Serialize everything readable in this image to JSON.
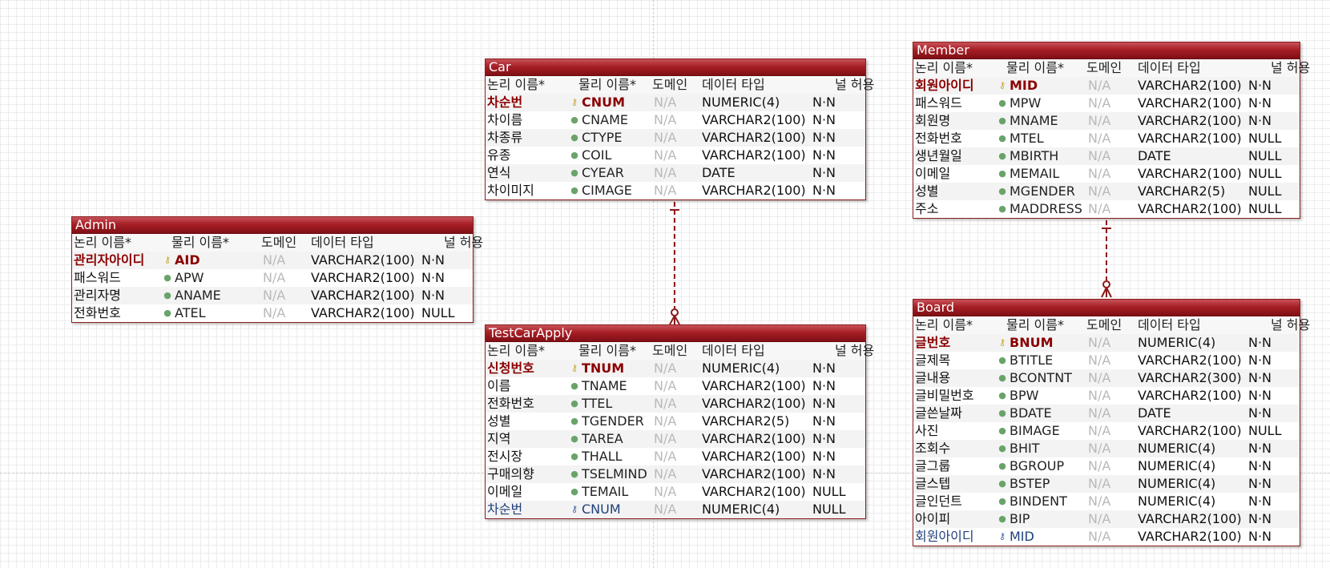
{
  "headers": {
    "logical": "논리 이름*",
    "physical": "물리 이름*",
    "domain": "도메인",
    "dtype": "데이터 타입",
    "nullable": "널 허용"
  },
  "icons": {
    "pk": "key-icon",
    "attr": "attribute-dot-icon",
    "fk": "foreign-key-icon"
  },
  "colors": {
    "title_bar": "#a71f26",
    "pk_text": "#8b0000",
    "fk_text": "#1f3f7a",
    "relationship": "#8b1a1a"
  },
  "entities": {
    "car": {
      "title": "Car",
      "rows": [
        {
          "logical": "차순번",
          "physical": "CNUM",
          "domain": "N/A",
          "dtype": "NUMERIC(4)",
          "nullable": "N·N",
          "kind": "pk"
        },
        {
          "logical": "차이름",
          "physical": "CNAME",
          "domain": "N/A",
          "dtype": "VARCHAR2(100)",
          "nullable": "N·N",
          "kind": "attr"
        },
        {
          "logical": "차종류",
          "physical": "CTYPE",
          "domain": "N/A",
          "dtype": "VARCHAR2(100)",
          "nullable": "N·N",
          "kind": "attr"
        },
        {
          "logical": "유종",
          "physical": "COIL",
          "domain": "N/A",
          "dtype": "VARCHAR2(100)",
          "nullable": "N·N",
          "kind": "attr"
        },
        {
          "logical": "연식",
          "physical": "CYEAR",
          "domain": "N/A",
          "dtype": "DATE",
          "nullable": "N·N",
          "kind": "attr"
        },
        {
          "logical": "차이미지",
          "physical": "CIMAGE",
          "domain": "N/A",
          "dtype": "VARCHAR2(100)",
          "nullable": "N·N",
          "kind": "attr"
        }
      ]
    },
    "member": {
      "title": "Member",
      "rows": [
        {
          "logical": "회원아이디",
          "physical": "MID",
          "domain": "N/A",
          "dtype": "VARCHAR2(100)",
          "nullable": "N·N",
          "kind": "pk"
        },
        {
          "logical": "패스워드",
          "physical": "MPW",
          "domain": "N/A",
          "dtype": "VARCHAR2(100)",
          "nullable": "N·N",
          "kind": "attr"
        },
        {
          "logical": "회원명",
          "physical": "MNAME",
          "domain": "N/A",
          "dtype": "VARCHAR2(100)",
          "nullable": "N·N",
          "kind": "attr"
        },
        {
          "logical": "전화번호",
          "physical": "MTEL",
          "domain": "N/A",
          "dtype": "VARCHAR2(100)",
          "nullable": "NULL",
          "kind": "attr"
        },
        {
          "logical": "생년월일",
          "physical": "MBIRTH",
          "domain": "N/A",
          "dtype": "DATE",
          "nullable": "NULL",
          "kind": "attr"
        },
        {
          "logical": "이메일",
          "physical": "MEMAIL",
          "domain": "N/A",
          "dtype": "VARCHAR2(100)",
          "nullable": "NULL",
          "kind": "attr"
        },
        {
          "logical": "성별",
          "physical": "MGENDER",
          "domain": "N/A",
          "dtype": "VARCHAR2(5)",
          "nullable": "NULL",
          "kind": "attr"
        },
        {
          "logical": "주소",
          "physical": "MADDRESS",
          "domain": "N/A",
          "dtype": "VARCHAR2(100)",
          "nullable": "NULL",
          "kind": "attr"
        }
      ]
    },
    "admin": {
      "title": "Admin",
      "rows": [
        {
          "logical": "관리자아이디",
          "physical": "AID",
          "domain": "N/A",
          "dtype": "VARCHAR2(100)",
          "nullable": "N·N",
          "kind": "pk"
        },
        {
          "logical": "패스워드",
          "physical": "APW",
          "domain": "N/A",
          "dtype": "VARCHAR2(100)",
          "nullable": "N·N",
          "kind": "attr"
        },
        {
          "logical": "관리자명",
          "physical": "ANAME",
          "domain": "N/A",
          "dtype": "VARCHAR2(100)",
          "nullable": "N·N",
          "kind": "attr"
        },
        {
          "logical": "전화번호",
          "physical": "ATEL",
          "domain": "N/A",
          "dtype": "VARCHAR2(100)",
          "nullable": "NULL",
          "kind": "attr"
        }
      ]
    },
    "testcarapply": {
      "title": "TestCarApply",
      "rows": [
        {
          "logical": "신청번호",
          "physical": "TNUM",
          "domain": "N/A",
          "dtype": "NUMERIC(4)",
          "nullable": "N·N",
          "kind": "pk"
        },
        {
          "logical": "이름",
          "physical": "TNAME",
          "domain": "N/A",
          "dtype": "VARCHAR2(100)",
          "nullable": "N·N",
          "kind": "attr"
        },
        {
          "logical": "전화번호",
          "physical": "TTEL",
          "domain": "N/A",
          "dtype": "VARCHAR2(100)",
          "nullable": "N·N",
          "kind": "attr"
        },
        {
          "logical": "성별",
          "physical": "TGENDER",
          "domain": "N/A",
          "dtype": "VARCHAR2(5)",
          "nullable": "N·N",
          "kind": "attr"
        },
        {
          "logical": "지역",
          "physical": "TAREA",
          "domain": "N/A",
          "dtype": "VARCHAR2(100)",
          "nullable": "N·N",
          "kind": "attr"
        },
        {
          "logical": "전시장",
          "physical": "THALL",
          "domain": "N/A",
          "dtype": "VARCHAR2(100)",
          "nullable": "N·N",
          "kind": "attr"
        },
        {
          "logical": "구매의향",
          "physical": "TSELMIND",
          "domain": "N/A",
          "dtype": "VARCHAR2(100)",
          "nullable": "N·N",
          "kind": "attr"
        },
        {
          "logical": "이메일",
          "physical": "TEMAIL",
          "domain": "N/A",
          "dtype": "VARCHAR2(100)",
          "nullable": "NULL",
          "kind": "attr"
        },
        {
          "logical": "차순번",
          "physical": "CNUM",
          "domain": "N/A",
          "dtype": "NUMERIC(4)",
          "nullable": "NULL",
          "kind": "fk"
        }
      ]
    },
    "board": {
      "title": "Board",
      "rows": [
        {
          "logical": "글번호",
          "physical": "BNUM",
          "domain": "N/A",
          "dtype": "NUMERIC(4)",
          "nullable": "N·N",
          "kind": "pk"
        },
        {
          "logical": "글제목",
          "physical": "BTITLE",
          "domain": "N/A",
          "dtype": "VARCHAR2(100)",
          "nullable": "N·N",
          "kind": "attr"
        },
        {
          "logical": "글내용",
          "physical": "BCONTNT",
          "domain": "N/A",
          "dtype": "VARCHAR2(300)",
          "nullable": "N·N",
          "kind": "attr"
        },
        {
          "logical": "글비밀번호",
          "physical": "BPW",
          "domain": "N/A",
          "dtype": "VARCHAR2(100)",
          "nullable": "N·N",
          "kind": "attr"
        },
        {
          "logical": "글쓴날짜",
          "physical": "BDATE",
          "domain": "N/A",
          "dtype": "DATE",
          "nullable": "N·N",
          "kind": "attr"
        },
        {
          "logical": "사진",
          "physical": "BIMAGE",
          "domain": "N/A",
          "dtype": "VARCHAR2(100)",
          "nullable": "NULL",
          "kind": "attr"
        },
        {
          "logical": "조회수",
          "physical": "BHIT",
          "domain": "N/A",
          "dtype": "NUMERIC(4)",
          "nullable": "N·N",
          "kind": "attr"
        },
        {
          "logical": "글그룹",
          "physical": "BGROUP",
          "domain": "N/A",
          "dtype": "NUMERIC(4)",
          "nullable": "N·N",
          "kind": "attr"
        },
        {
          "logical": "글스텝",
          "physical": "BSTEP",
          "domain": "N/A",
          "dtype": "NUMERIC(4)",
          "nullable": "N·N",
          "kind": "attr"
        },
        {
          "logical": "글인던트",
          "physical": "BINDENT",
          "domain": "N/A",
          "dtype": "NUMERIC(4)",
          "nullable": "N·N",
          "kind": "attr"
        },
        {
          "logical": "아이피",
          "physical": "BIP",
          "domain": "N/A",
          "dtype": "VARCHAR2(100)",
          "nullable": "N·N",
          "kind": "attr"
        },
        {
          "logical": "회원아이디",
          "physical": "MID",
          "domain": "N/A",
          "dtype": "VARCHAR2(100)",
          "nullable": "N·N",
          "kind": "fk"
        }
      ]
    }
  },
  "relationships": [
    {
      "from": "car",
      "to": "testcarapply",
      "style": "identifying-dashed"
    },
    {
      "from": "member",
      "to": "board",
      "style": "identifying-dashed"
    }
  ]
}
